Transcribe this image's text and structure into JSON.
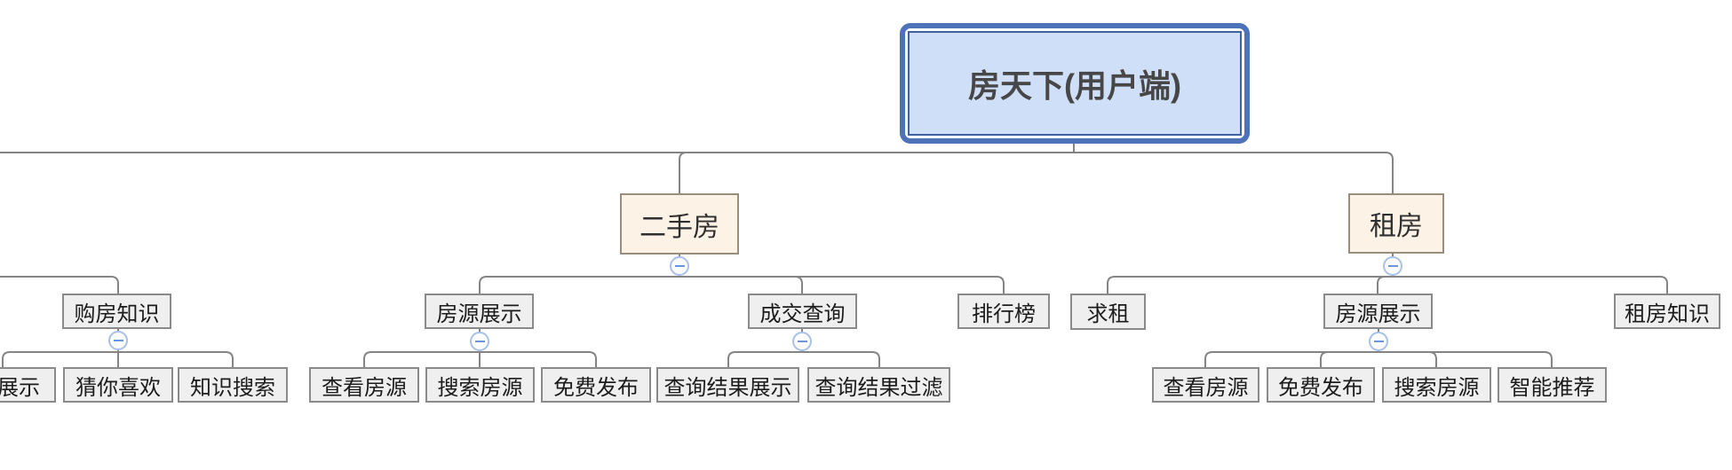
{
  "diagram_title": "房天下(用户端)",
  "nodes": {
    "root": {
      "label": "房天下(用户端)"
    },
    "ershoufang": {
      "label": "二手房"
    },
    "zufang": {
      "label": "租房"
    },
    "goufang_zhishi": {
      "label": "购房知识"
    },
    "fangyuan_zhanshi_ershou": {
      "label": "房源展示"
    },
    "chengjiao_chaxun": {
      "label": "成交查询"
    },
    "paihangbang": {
      "label": "排行榜"
    },
    "qiuzu": {
      "label": "求租"
    },
    "fangyuan_zhanshi_zufang": {
      "label": "房源展示"
    },
    "zufang_zhishi": {
      "label": "租房知识"
    },
    "zhishi_zhanshi_clipped": {
      "label": "展示"
    },
    "cai_ni_xihuan": {
      "label": "猜你喜欢"
    },
    "zhishi_sousuo": {
      "label": "知识搜索"
    },
    "chakan_fangyuan_ershou": {
      "label": "查看房源"
    },
    "sousuo_fangyuan_ershou": {
      "label": "搜索房源"
    },
    "mianfei_fabu_ershou": {
      "label": "免费发布"
    },
    "chaxun_jieguo_zhanshi": {
      "label": "查询结果展示"
    },
    "chaxun_jieguo_guolv": {
      "label": "查询结果过滤"
    },
    "chakan_fangyuan_zufang": {
      "label": "查看房源"
    },
    "mianfei_fabu_zufang": {
      "label": "免费发布"
    },
    "sousuo_fangyuan_zufang": {
      "label": "搜索房源"
    },
    "zhineng_tuijian": {
      "label": "智能推荐"
    }
  },
  "icons": {
    "collapse": "minus-in-circle"
  },
  "colors": {
    "root_fill": "#cfdff7",
    "root_border_outer": "#4d72b8",
    "root_border_inner": "#40619e",
    "branch_fill": "#fdf2e6",
    "branch_border": "#9a8d7d",
    "node_fill": "#efefef",
    "node_border": "#8a8a8a",
    "connector_line": "#848484",
    "collapse_ring": "#a9c0e8",
    "collapse_minus": "#6f93da"
  }
}
